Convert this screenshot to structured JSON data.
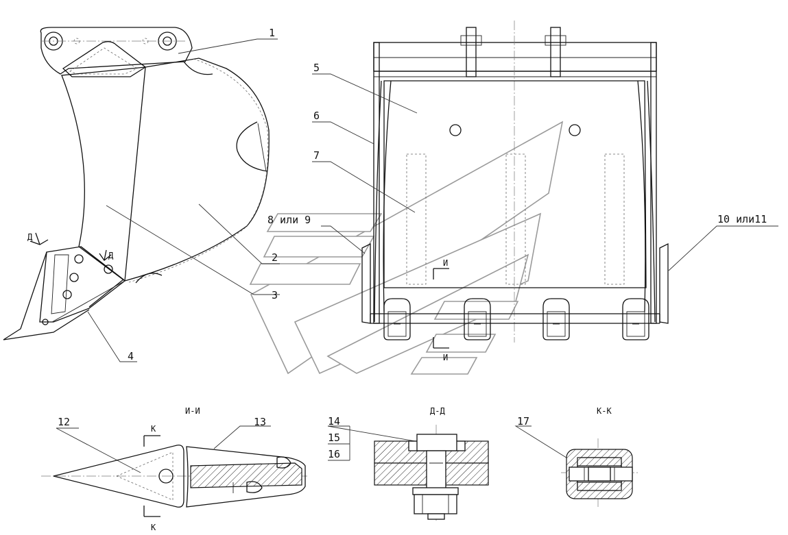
{
  "labels": {
    "p1": "1",
    "p2": "2",
    "p3": "3",
    "p4": "4",
    "p5": "5",
    "p6": "6",
    "p7": "7",
    "p8_9": "8 или 9",
    "p10_11": "10 или11",
    "p12": "12",
    "p13": "13",
    "p14": "14",
    "p15": "15",
    "p16": "16",
    "p17": "17"
  },
  "section_marks": {
    "d_upper_left": "Д",
    "d_upper_right": "Д",
    "i_upper": "И",
    "i_lower": "И",
    "k_upper": "К",
    "k_lower": "К"
  },
  "section_titles": {
    "ii": "И-И",
    "dd": "Д-Д",
    "kk": "К-К"
  }
}
